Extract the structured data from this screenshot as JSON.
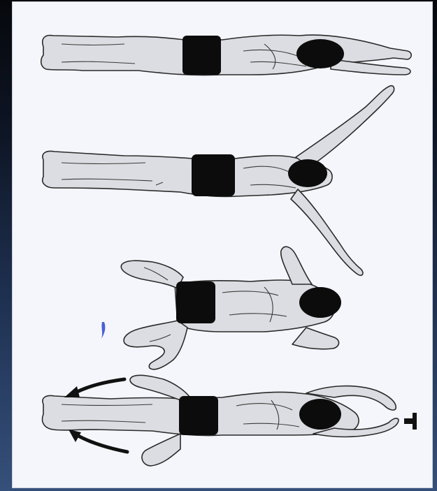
{
  "figure": {
    "kind": "swimming-stroke-sequence",
    "frames": [
      {
        "id": 1,
        "pose": "arms-extended-glide"
      },
      {
        "id": 2,
        "pose": "arms-sweep-outward"
      },
      {
        "id": 3,
        "pose": "legs-recover-hands-under-chin"
      },
      {
        "id": 4,
        "pose": "kick-with-motion-arrows"
      }
    ],
    "colors": {
      "skin": "#dcdde2",
      "outline": "#2a2a2a",
      "trunks": "#0c0c0c",
      "panel": "#f5f6fb"
    }
  }
}
